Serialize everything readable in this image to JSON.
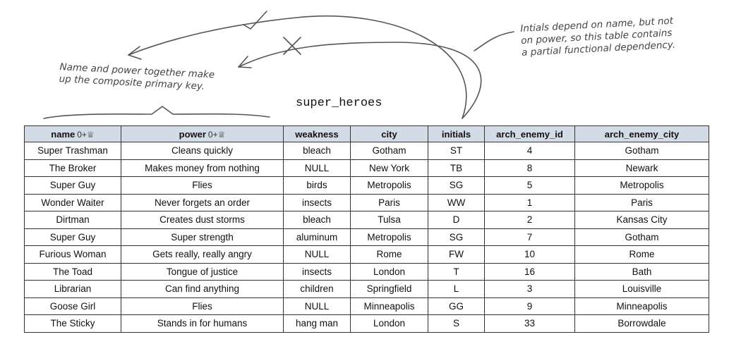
{
  "annotations": {
    "left": "Name and power together make\nup the composite primary key.",
    "right": "Intials depend on name, but not\non power, so this table contains\na partial functional dependency."
  },
  "table": {
    "title": "super_heroes",
    "key_marker": "0+♕",
    "columns": [
      "name",
      "power",
      "weakness",
      "city",
      "initials",
      "arch_enemy_id",
      "arch_enemy_city"
    ],
    "rows": [
      [
        "Super Trashman",
        "Cleans quickly",
        "bleach",
        "Gotham",
        "ST",
        "4",
        "Gotham"
      ],
      [
        "The Broker",
        "Makes money from nothing",
        "NULL",
        "New York",
        "TB",
        "8",
        "Newark"
      ],
      [
        "Super Guy",
        "Flies",
        "birds",
        "Metropolis",
        "SG",
        "5",
        "Metropolis"
      ],
      [
        "Wonder Waiter",
        "Never forgets an order",
        "insects",
        "Paris",
        "WW",
        "1",
        "Paris"
      ],
      [
        "Dirtman",
        "Creates dust storms",
        "bleach",
        "Tulsa",
        "D",
        "2",
        "Kansas City"
      ],
      [
        "Super Guy",
        "Super strength",
        "aluminum",
        "Metropolis",
        "SG",
        "7",
        "Gotham"
      ],
      [
        "Furious Woman",
        "Gets really, really angry",
        "NULL",
        "Rome",
        "FW",
        "10",
        "Rome"
      ],
      [
        "The Toad",
        "Tongue of justice",
        "insects",
        "London",
        "T",
        "16",
        "Bath"
      ],
      [
        "Librarian",
        "Can find anything",
        "children",
        "Springfield",
        "L",
        "3",
        "Louisville"
      ],
      [
        "Goose Girl",
        "Flies",
        "NULL",
        "Minneapolis",
        "GG",
        "9",
        "Minneapolis"
      ],
      [
        "The Sticky",
        "Stands in for humans",
        "hang man",
        "London",
        "S",
        "33",
        "Borrowdale"
      ]
    ]
  }
}
